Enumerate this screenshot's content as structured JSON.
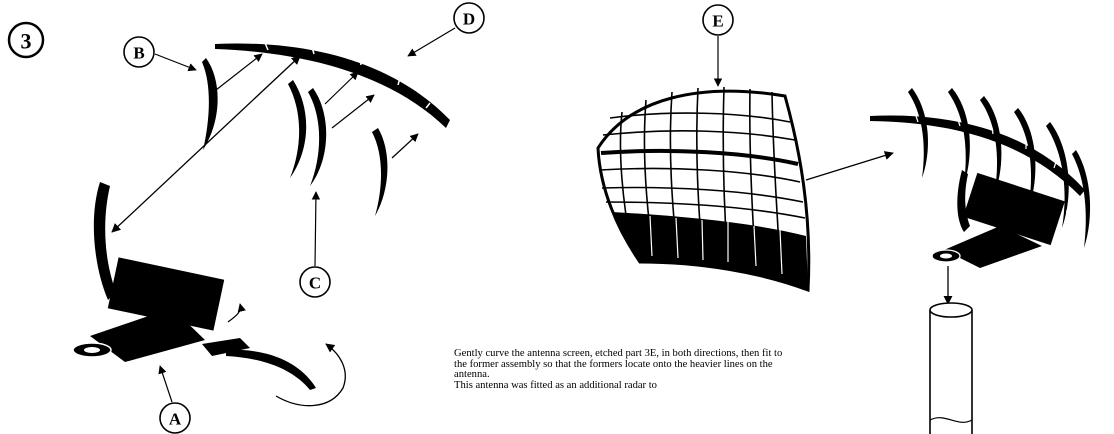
{
  "step": {
    "number": "3"
  },
  "callouts": {
    "a": "A",
    "b": "B",
    "c": "C",
    "d": "D",
    "e": "E"
  },
  "instructions": {
    "paragraph1": "Gently curve the antenna screen, etched part 3E, in both directions, then fit to the former assembly so that the formers locate onto the heavier lines on the antenna.",
    "paragraph2": "This antenna was fitted as an additional radar to"
  },
  "colors": {
    "ink": "#000000",
    "paper": "#ffffff"
  }
}
